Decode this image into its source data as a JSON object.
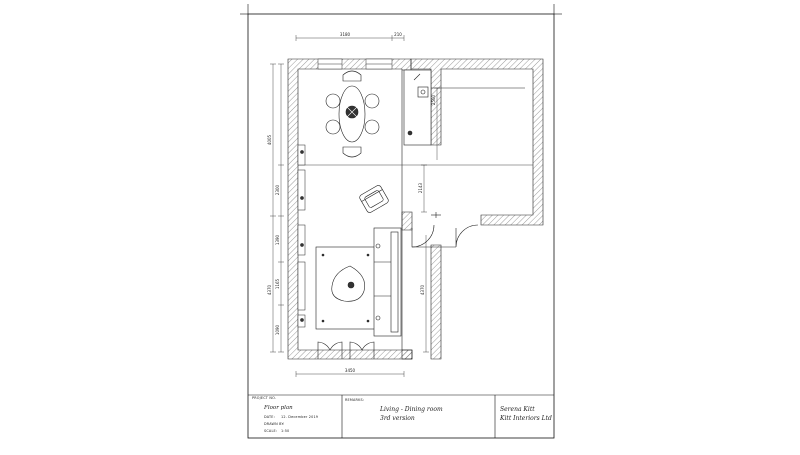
{
  "dimensions": {
    "top_main": "3180",
    "top_small": "210",
    "bottom": "3450",
    "left_total": "4005",
    "left_upper": "2300",
    "left_mid": "1390",
    "left_lower_total": "4370",
    "left_lower_a": "1165",
    "left_lower_b": "1090",
    "inner_vertical": "2143",
    "inner_right": "2500",
    "right_lower": "4370"
  },
  "title_block": {
    "project_label": "PROJECT NO.",
    "drawing_title": "Floor plan",
    "date_label": "DATE:",
    "date_value": "12. December 2019",
    "drawn_label": "DRAWN BY:",
    "scale_label": "SCALE:",
    "scale_value": "1:50",
    "remarks_label": "REMARKS:",
    "room_line1": "Living - Dining room",
    "room_line2": "3rd version",
    "designer_line1": "Serena Kitt",
    "designer_line2": "Kitt Interiors Ltd"
  }
}
